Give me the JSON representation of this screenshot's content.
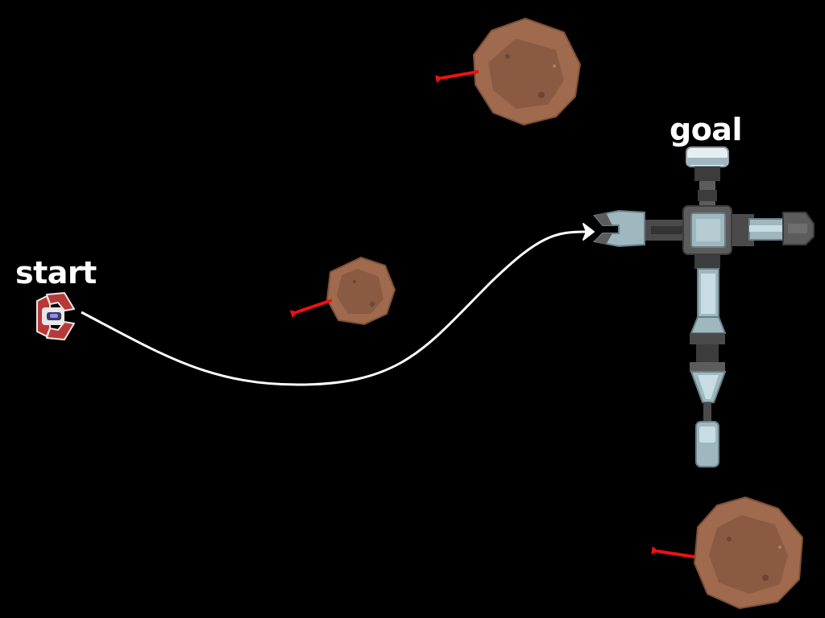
{
  "labels": {
    "start": "start",
    "goal": "goal"
  },
  "colors": {
    "background": "#000000",
    "asteroid": "#a06a4e",
    "asteroid_dark": "#8a5a42",
    "velocity_arrow": "#ee1111",
    "path": "#ffffff",
    "ship_hull": "#b83838",
    "station_metal": "#5c5c5c",
    "station_glass": "#9fb8c0"
  },
  "sprites": {
    "ship": "spaceship-icon",
    "station": "space-station-icon",
    "obstacles": [
      "asteroid",
      "asteroid",
      "asteroid"
    ]
  }
}
